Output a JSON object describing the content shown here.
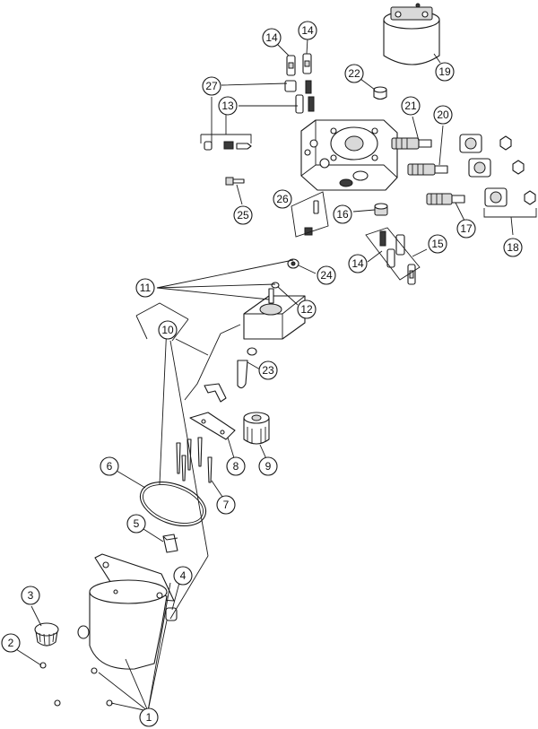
{
  "colors": {
    "line": "#1a1a1a",
    "background": "#ffffff",
    "shade": "#d9d9d9"
  },
  "callouts": {
    "c1": "1",
    "c2": "2",
    "c3": "3",
    "c4": "4",
    "c5": "5",
    "c6": "6",
    "c7": "7",
    "c8": "8",
    "c9": "9",
    "c10": "10",
    "c11": "11",
    "c12": "12",
    "c13": "13",
    "c14a": "14",
    "c14b": "14",
    "c14c": "14",
    "c15": "15",
    "c16": "16",
    "c17": "17",
    "c18": "18",
    "c19": "19",
    "c20": "20",
    "c21": "21",
    "c22": "22",
    "c23": "23",
    "c24": "24",
    "c25": "25",
    "c26": "26",
    "c27": "27"
  }
}
